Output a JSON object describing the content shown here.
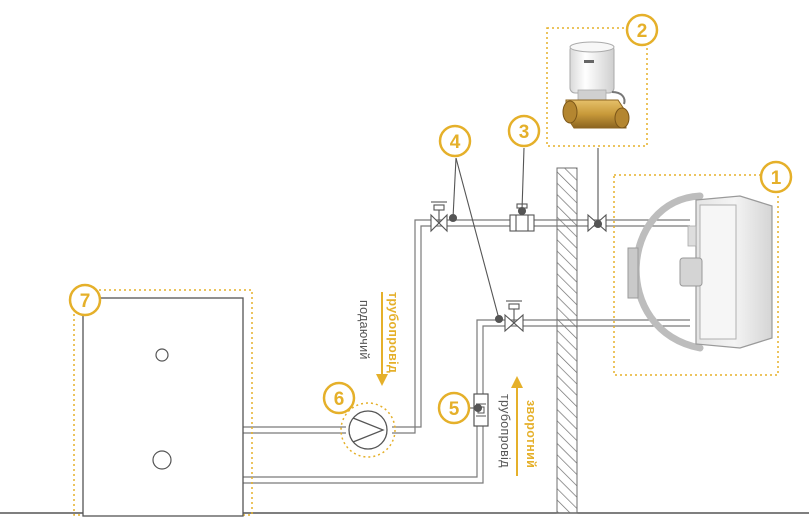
{
  "colors": {
    "accent": "#E5B02A",
    "pipe": "#7a7a7a",
    "line": "#555555",
    "hatch": "#6f6f6f",
    "equipment_body": "#ececec",
    "mount": "#bdbdbd",
    "brass": "#c89a3a"
  },
  "callouts": [
    {
      "id": "1",
      "label": "1"
    },
    {
      "id": "2",
      "label": "2"
    },
    {
      "id": "3",
      "label": "3"
    },
    {
      "id": "4",
      "label": "4"
    },
    {
      "id": "5",
      "label": "5"
    },
    {
      "id": "6",
      "label": "6"
    },
    {
      "id": "7",
      "label": "7"
    }
  ],
  "flow_labels": {
    "supply_line1": "подаючий",
    "supply_line2": "трубопровід",
    "return_line1": "зворотний",
    "return_line2": "трубопровід"
  },
  "icons": {
    "valve": "gate-valve-icon",
    "pump": "circulation-pump-icon",
    "filter": "strainer-filter-icon",
    "actuator": "thermal-actuator-valve-icon",
    "heater": "air-heater-unit-icon",
    "boiler": "boiler-icon"
  }
}
